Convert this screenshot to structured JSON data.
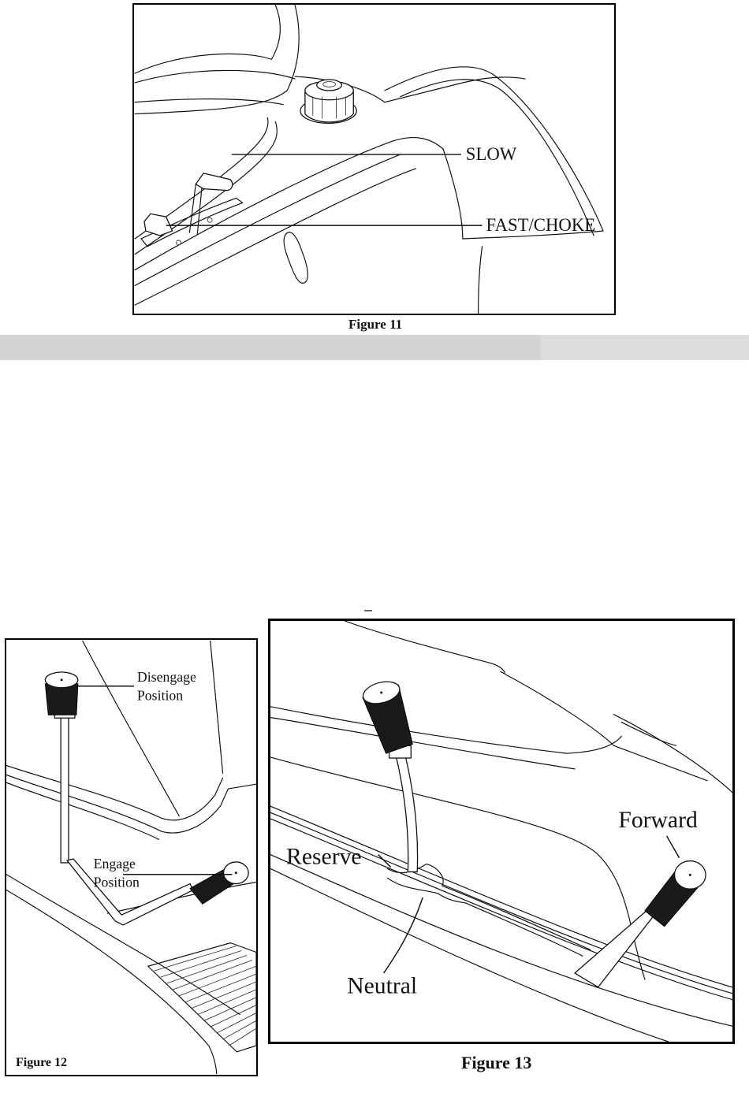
{
  "figure11": {
    "caption": "Figure 11",
    "labels": {
      "slow": "SLOW",
      "fast_choke": "FAST/CHOKE"
    }
  },
  "figure12": {
    "caption": "Figure 12",
    "labels": {
      "disengage_line1": "Disengage",
      "disengage_line2": "Position",
      "engage_line1": "Engage",
      "engage_line2": "Position"
    }
  },
  "figure13": {
    "caption": "Figure 13",
    "labels": {
      "forward": "Forward",
      "reserve": "Reserve",
      "neutral": "Neutral"
    }
  }
}
